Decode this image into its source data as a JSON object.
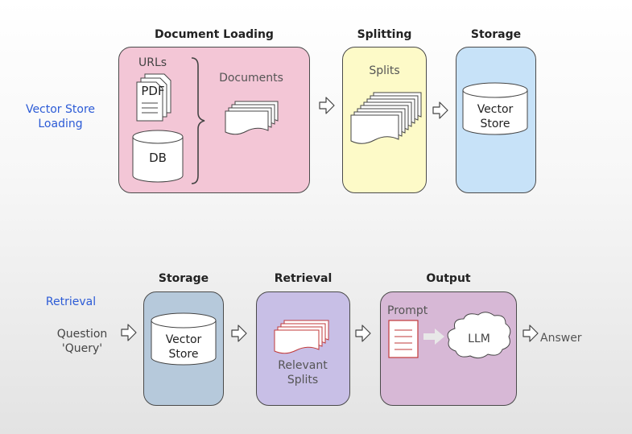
{
  "top": {
    "section_label": "Vector Store Loading",
    "document_loading": {
      "header": "Document Loading",
      "urls": "URLs",
      "pdf": "PDF",
      "db": "DB",
      "documents": "Documents"
    },
    "splitting": {
      "header": "Splitting",
      "splits": "Splits"
    },
    "storage": {
      "header": "Storage",
      "vector_store": "Vector Store"
    }
  },
  "bottom": {
    "section_label": "Retrieval",
    "question": "Question 'Query'",
    "storage": {
      "header": "Storage",
      "vector_store": "Vector Store"
    },
    "retrieval": {
      "header": "Retrieval",
      "relevant_splits": "Relevant Splits"
    },
    "output": {
      "header": "Output",
      "prompt": "Prompt",
      "llm": "LLM"
    },
    "answer": "Answer"
  },
  "colors": {
    "doc_loading_bg": "#f3c6d6",
    "splitting_bg": "#fdfac8",
    "storage_top_bg": "#c7e2f8",
    "storage_bottom_bg": "#b6c9db",
    "retrieval_bg": "#c8bfe6",
    "output_bg": "#d7b8d6",
    "section_label": "#2c5bd6",
    "doc_red": "#c23a3a"
  }
}
